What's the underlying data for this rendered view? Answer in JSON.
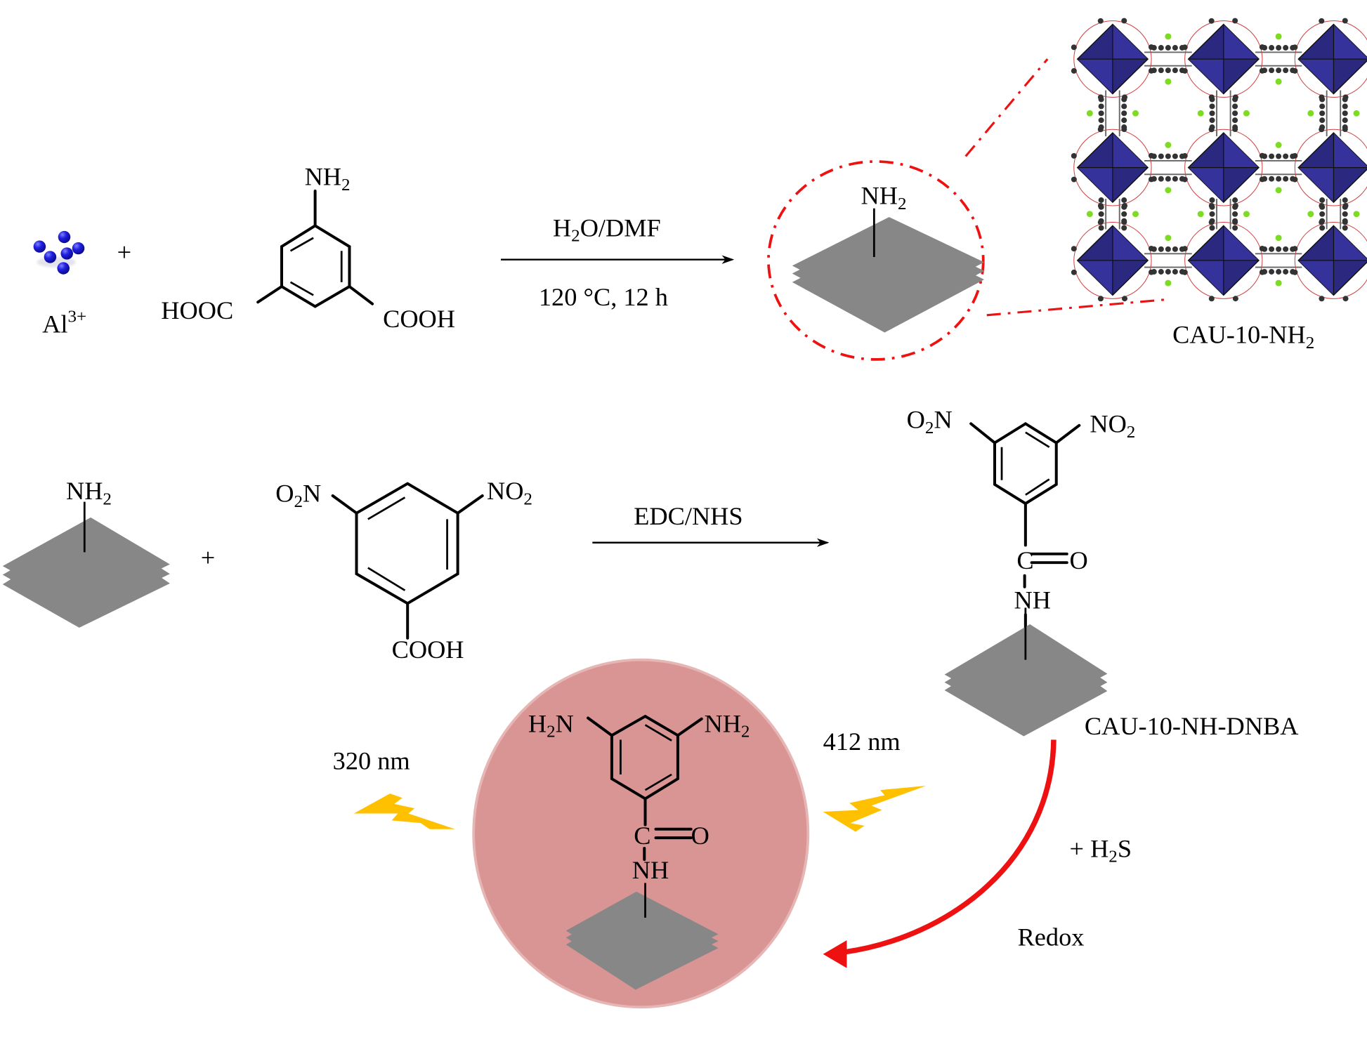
{
  "figure": {
    "type": "reaction-scheme",
    "colors": {
      "sheet_gray": "#878787",
      "dash_circle_red": "#ee1111",
      "redox_arrow_red": "#ee1111",
      "product_circle_fill": "#d99594",
      "lightning_yellow": "#ffc000",
      "al_ion_blue": "#1a1adc",
      "mof_node_blue": "#2b2880",
      "mof_linker_green": "#7ddc1f"
    }
  },
  "step1": {
    "reactant1": {
      "label_base": "Al",
      "label_sup": "3+",
      "icon": "al-ion-spheres-icon"
    },
    "plus": "+",
    "reactant2": {
      "name": "5-aminoisophthalic acid",
      "top_group": {
        "base": "NH",
        "sub": "2"
      },
      "left_group": "HOOC",
      "right_group": "COOH"
    },
    "arrow": {
      "above": {
        "a": "H",
        "sub": "2",
        "b": "O/DMF"
      },
      "below": "120 °C, 12 h"
    },
    "product": {
      "group": {
        "base": "NH",
        "sub": "2"
      }
    },
    "crystal": {
      "label_base": "CAU-10-NH",
      "label_sub": "2",
      "icon": "mof-crystal-structure-icon"
    }
  },
  "step2": {
    "reactant1": {
      "group": {
        "base": "NH",
        "sub": "2"
      }
    },
    "plus": "+",
    "reactant2": {
      "name": "3,5-dinitrobenzoic acid",
      "left_group": {
        "a": "O",
        "sub": "2",
        "b": "N"
      },
      "right_group": {
        "a": "NO",
        "sub": "2"
      },
      "bottom_group": "COOH"
    },
    "arrow": {
      "above": "EDC/NHS"
    },
    "product": {
      "left_group": {
        "a": "O",
        "sub": "2",
        "b": "N"
      },
      "right_group": {
        "a": "NO",
        "sub": "2"
      },
      "carbonyl_c": "C",
      "carbonyl_o": "O",
      "amide": "NH",
      "label": "CAU-10-NH-DNBA"
    }
  },
  "step3": {
    "reagent": {
      "prefix": "+ H",
      "sub": "2",
      "suffix": "S"
    },
    "process": "Redox",
    "excitation": "412 nm",
    "emission": "320 nm",
    "product": {
      "left_group": {
        "a": "H",
        "sub": "2",
        "b": "N"
      },
      "right_group": {
        "a": "NH",
        "sub": "2"
      },
      "carbonyl_c": "C",
      "carbonyl_o": "O",
      "amide": "NH"
    }
  }
}
